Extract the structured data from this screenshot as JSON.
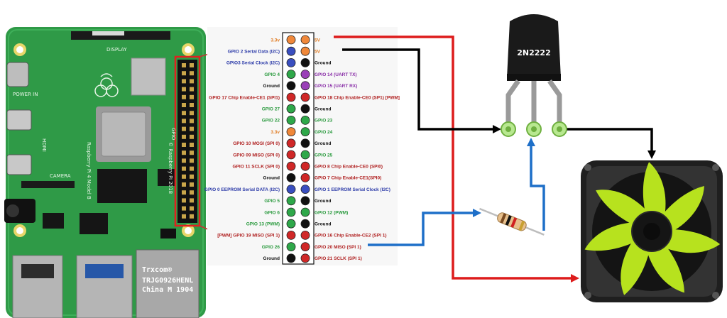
{
  "transistor": {
    "label": "2N2222"
  },
  "board": {
    "labels": {
      "display": "DISPLAY",
      "power_in": "POWER IN",
      "hdmi": "HDMI",
      "camera": "CAMERA",
      "gpio": "GPIO",
      "trxcom1": "Trxcom®",
      "trxcom2": "TRJG0926HENL",
      "trxcom3": "China M 1904",
      "model": "Raspberry Pi 4 Model B",
      "copyright": "© Raspberry Pi 2018"
    }
  },
  "pinout": {
    "left": [
      {
        "label": "3.3v",
        "color": "#f0883a",
        "text_color": "#e07a20"
      },
      {
        "label": "GPIO 2 Serial Data (I2C)",
        "color": "#3a4fc0",
        "text_color": "#2b3aa8"
      },
      {
        "label": "GPIO3 Serial Clock (I2C)",
        "color": "#3a4fc0",
        "text_color": "#2b3aa8"
      },
      {
        "label": "GPIO 4",
        "color": "#2fa84a",
        "text_color": "#2a9a3e"
      },
      {
        "label": "Ground",
        "color": "#111111",
        "text_color": "#111111"
      },
      {
        "label": "GPIO 17 Chip Enable-CE1 (SPI1)",
        "color": "#d02828",
        "text_color": "#b02020"
      },
      {
        "label": "GPIO 27",
        "color": "#2fa84a",
        "text_color": "#2a9a3e"
      },
      {
        "label": "GPIO 22",
        "color": "#2fa84a",
        "text_color": "#2a9a3e"
      },
      {
        "label": "3.3v",
        "color": "#f0883a",
        "text_color": "#e07a20"
      },
      {
        "label": "GPIO 10 MOSI (SPI 0)",
        "color": "#d02828",
        "text_color": "#b02020"
      },
      {
        "label": "GPIO 09 MISO (SPI 0)",
        "color": "#d02828",
        "text_color": "#b02020"
      },
      {
        "label": "GPIO 11 SCLK (SPI 0)",
        "color": "#d02828",
        "text_color": "#b02020"
      },
      {
        "label": "Ground",
        "color": "#111111",
        "text_color": "#111111"
      },
      {
        "label": "GPIO 0 EEPROM Serial DATA (I2C)",
        "color": "#3a4fc0",
        "text_color": "#2b3aa8"
      },
      {
        "label": "GPIO 5",
        "color": "#2fa84a",
        "text_color": "#2a9a3e"
      },
      {
        "label": "GPIO 6",
        "color": "#2fa84a",
        "text_color": "#2a9a3e"
      },
      {
        "label": "GPIO 13 (PWM)",
        "color": "#2fa84a",
        "text_color": "#2a9a3e"
      },
      {
        "label": "[PWM] GPIO 19 MISO (SPI 1)",
        "color": "#d02828",
        "text_color": "#b02020"
      },
      {
        "label": "GPIO 26",
        "color": "#2fa84a",
        "text_color": "#2a9a3e"
      },
      {
        "label": "Ground",
        "color": "#111111",
        "text_color": "#111111"
      }
    ],
    "right": [
      {
        "label": "5V",
        "color": "#f0883a",
        "text_color": "#e07a20"
      },
      {
        "label": "5V",
        "color": "#f0883a",
        "text_color": "#e07a20"
      },
      {
        "label": "Ground",
        "color": "#111111",
        "text_color": "#111111"
      },
      {
        "label": "GPIO 14 (UART TX)",
        "color": "#9a40b8",
        "text_color": "#8a30a8"
      },
      {
        "label": "GPIO 15 (UART RX)",
        "color": "#9a40b8",
        "text_color": "#8a30a8"
      },
      {
        "label": "GPIO 18 Chip Enable-CE0 (SP1) [PWM]",
        "color": "#d02828",
        "text_color": "#b02020"
      },
      {
        "label": "Ground",
        "color": "#111111",
        "text_color": "#111111"
      },
      {
        "label": "GPIO 23",
        "color": "#2fa84a",
        "text_color": "#2a9a3e"
      },
      {
        "label": "GPIO 24",
        "color": "#2fa84a",
        "text_color": "#2a9a3e"
      },
      {
        "label": "Ground",
        "color": "#111111",
        "text_color": "#111111"
      },
      {
        "label": "GPIO 25",
        "color": "#2fa84a",
        "text_color": "#2a9a3e"
      },
      {
        "label": "GPIO 8 Chip Enable-CE0 (SPI0)",
        "color": "#d02828",
        "text_color": "#b02020"
      },
      {
        "label": "GPIO 7 Chip Enable-CE1(SPI0)",
        "color": "#d02828",
        "text_color": "#b02020"
      },
      {
        "label": "GPIO 1 EEPROM Serial Clock (I2C)",
        "color": "#3a4fc0",
        "text_color": "#2b3aa8"
      },
      {
        "label": "Ground",
        "color": "#111111",
        "text_color": "#111111"
      },
      {
        "label": "GPIO 12 (PWM)",
        "color": "#2fa84a",
        "text_color": "#2a9a3e"
      },
      {
        "label": "Ground",
        "color": "#111111",
        "text_color": "#111111"
      },
      {
        "label": "GPIO 16 Chip Enable-CE2 (SPI 1)",
        "color": "#d02828",
        "text_color": "#b02020"
      },
      {
        "label": "GPIO 20 MISO (SPI 1)",
        "color": "#d02828",
        "text_color": "#b02020"
      },
      {
        "label": "GPIO 21 SCLK (SPI 1)",
        "color": "#d02828",
        "text_color": "#b02020"
      }
    ]
  },
  "colors": {
    "wire_5v": "#dd1c1c",
    "wire_ground": "#000000",
    "wire_signal": "#1e6fc8",
    "board_green": "#2f9a47",
    "fan_blade": "#b7e21e",
    "fan_frame": "#222222"
  }
}
